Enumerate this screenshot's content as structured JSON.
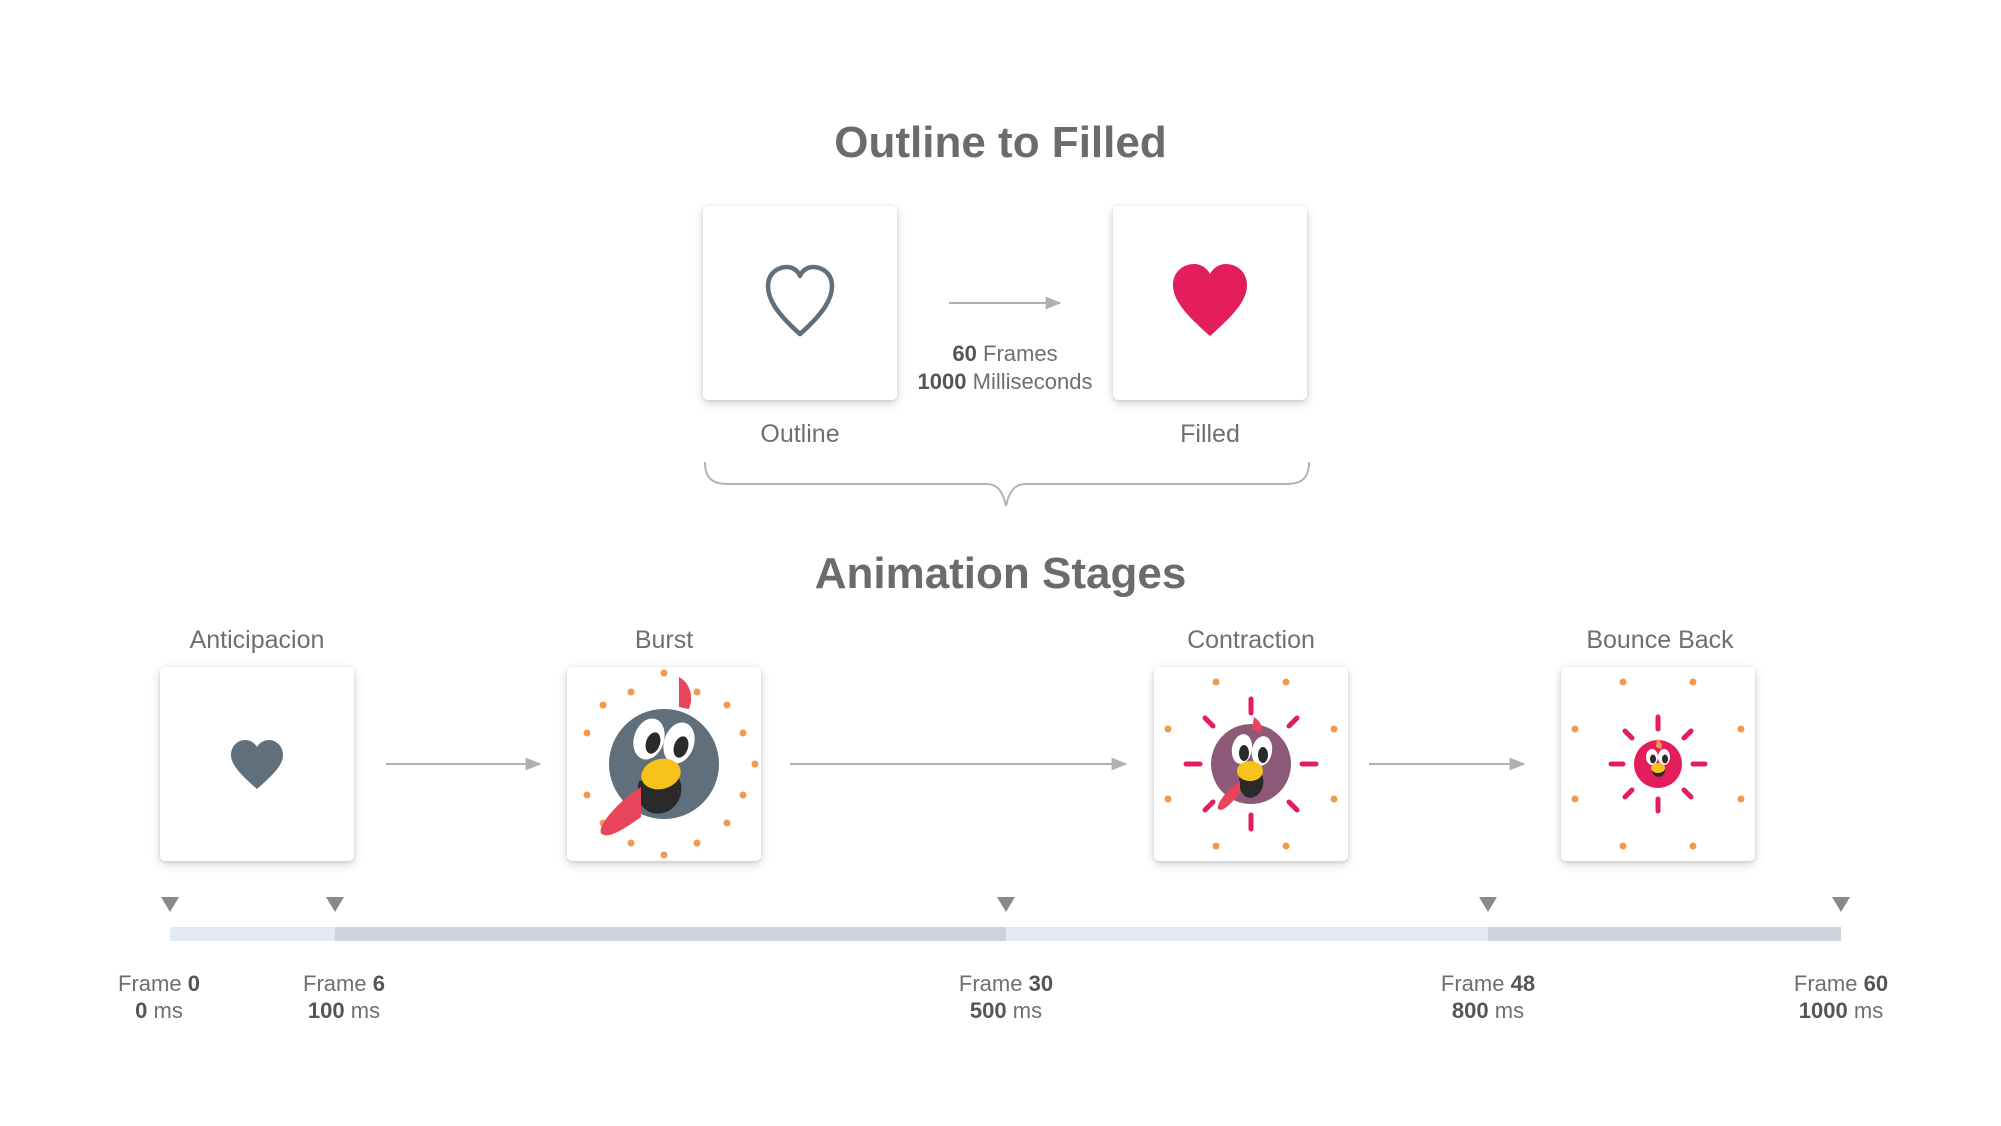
{
  "top": {
    "title": "Outline to Filled",
    "outline_label": "Outline",
    "filled_label": "Filled",
    "frames_count": "60",
    "frames_word": "Frames",
    "ms_count": "1000",
    "ms_word": "Milliseconds"
  },
  "stages": {
    "title": "Animation Stages",
    "items": [
      {
        "label": "Anticipacion"
      },
      {
        "label": "Burst"
      },
      {
        "label": "Contraction"
      },
      {
        "label": "Bounce Back"
      }
    ]
  },
  "timeline": {
    "markers": [
      {
        "frame_word": "Frame",
        "frame": "0",
        "ms": "0",
        "ms_unit": "ms"
      },
      {
        "frame_word": "Frame",
        "frame": "6",
        "ms": "100",
        "ms_unit": "ms"
      },
      {
        "frame_word": "Frame",
        "frame": "30",
        "ms": "500",
        "ms_unit": "ms"
      },
      {
        "frame_word": "Frame",
        "frame": "48",
        "ms": "800",
        "ms_unit": "ms"
      },
      {
        "frame_word": "Frame",
        "frame": "60",
        "ms": "1000",
        "ms_unit": "ms"
      }
    ]
  },
  "colors": {
    "heart_outline": "#5f6f7b",
    "heart_filled": "#e41e5c",
    "heart_anticipation": "#5f6f7b",
    "timeline_light": "#e4eaf3",
    "timeline_dark": "#cdd3db",
    "marker": "#8a8a8a",
    "arrow": "#b0b0b0",
    "brace": "#b3b3b3"
  }
}
